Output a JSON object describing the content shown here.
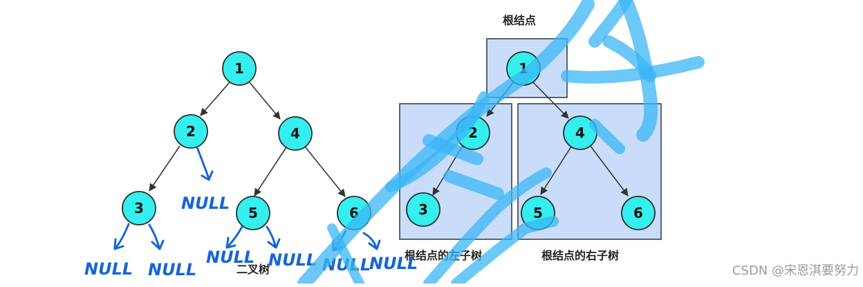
{
  "colors": {
    "node_fill": "#35eeee",
    "node_stroke": "#2a2a2a",
    "edge": "#333333",
    "box_fill": "#c9ddfb",
    "box_stroke": "#333333",
    "handwriting": "#1565d8",
    "brush": "#39b6f5"
  },
  "left_tree": {
    "caption": "二叉树",
    "nodes": [
      {
        "id": "1",
        "label": "1"
      },
      {
        "id": "2",
        "label": "2"
      },
      {
        "id": "4",
        "label": "4"
      },
      {
        "id": "3",
        "label": "3"
      },
      {
        "id": "5",
        "label": "5"
      },
      {
        "id": "6",
        "label": "6"
      }
    ],
    "null_label": "NULL"
  },
  "right_tree": {
    "root_caption": "根结点",
    "left_caption": "根结点的左子树",
    "right_caption": "根结点的右子树",
    "nodes": [
      {
        "id": "1",
        "label": "1"
      },
      {
        "id": "2",
        "label": "2"
      },
      {
        "id": "4",
        "label": "4"
      },
      {
        "id": "3",
        "label": "3"
      },
      {
        "id": "5",
        "label": "5"
      },
      {
        "id": "6",
        "label": "6"
      }
    ]
  },
  "watermark": "CSDN @宋恩淇要努力"
}
